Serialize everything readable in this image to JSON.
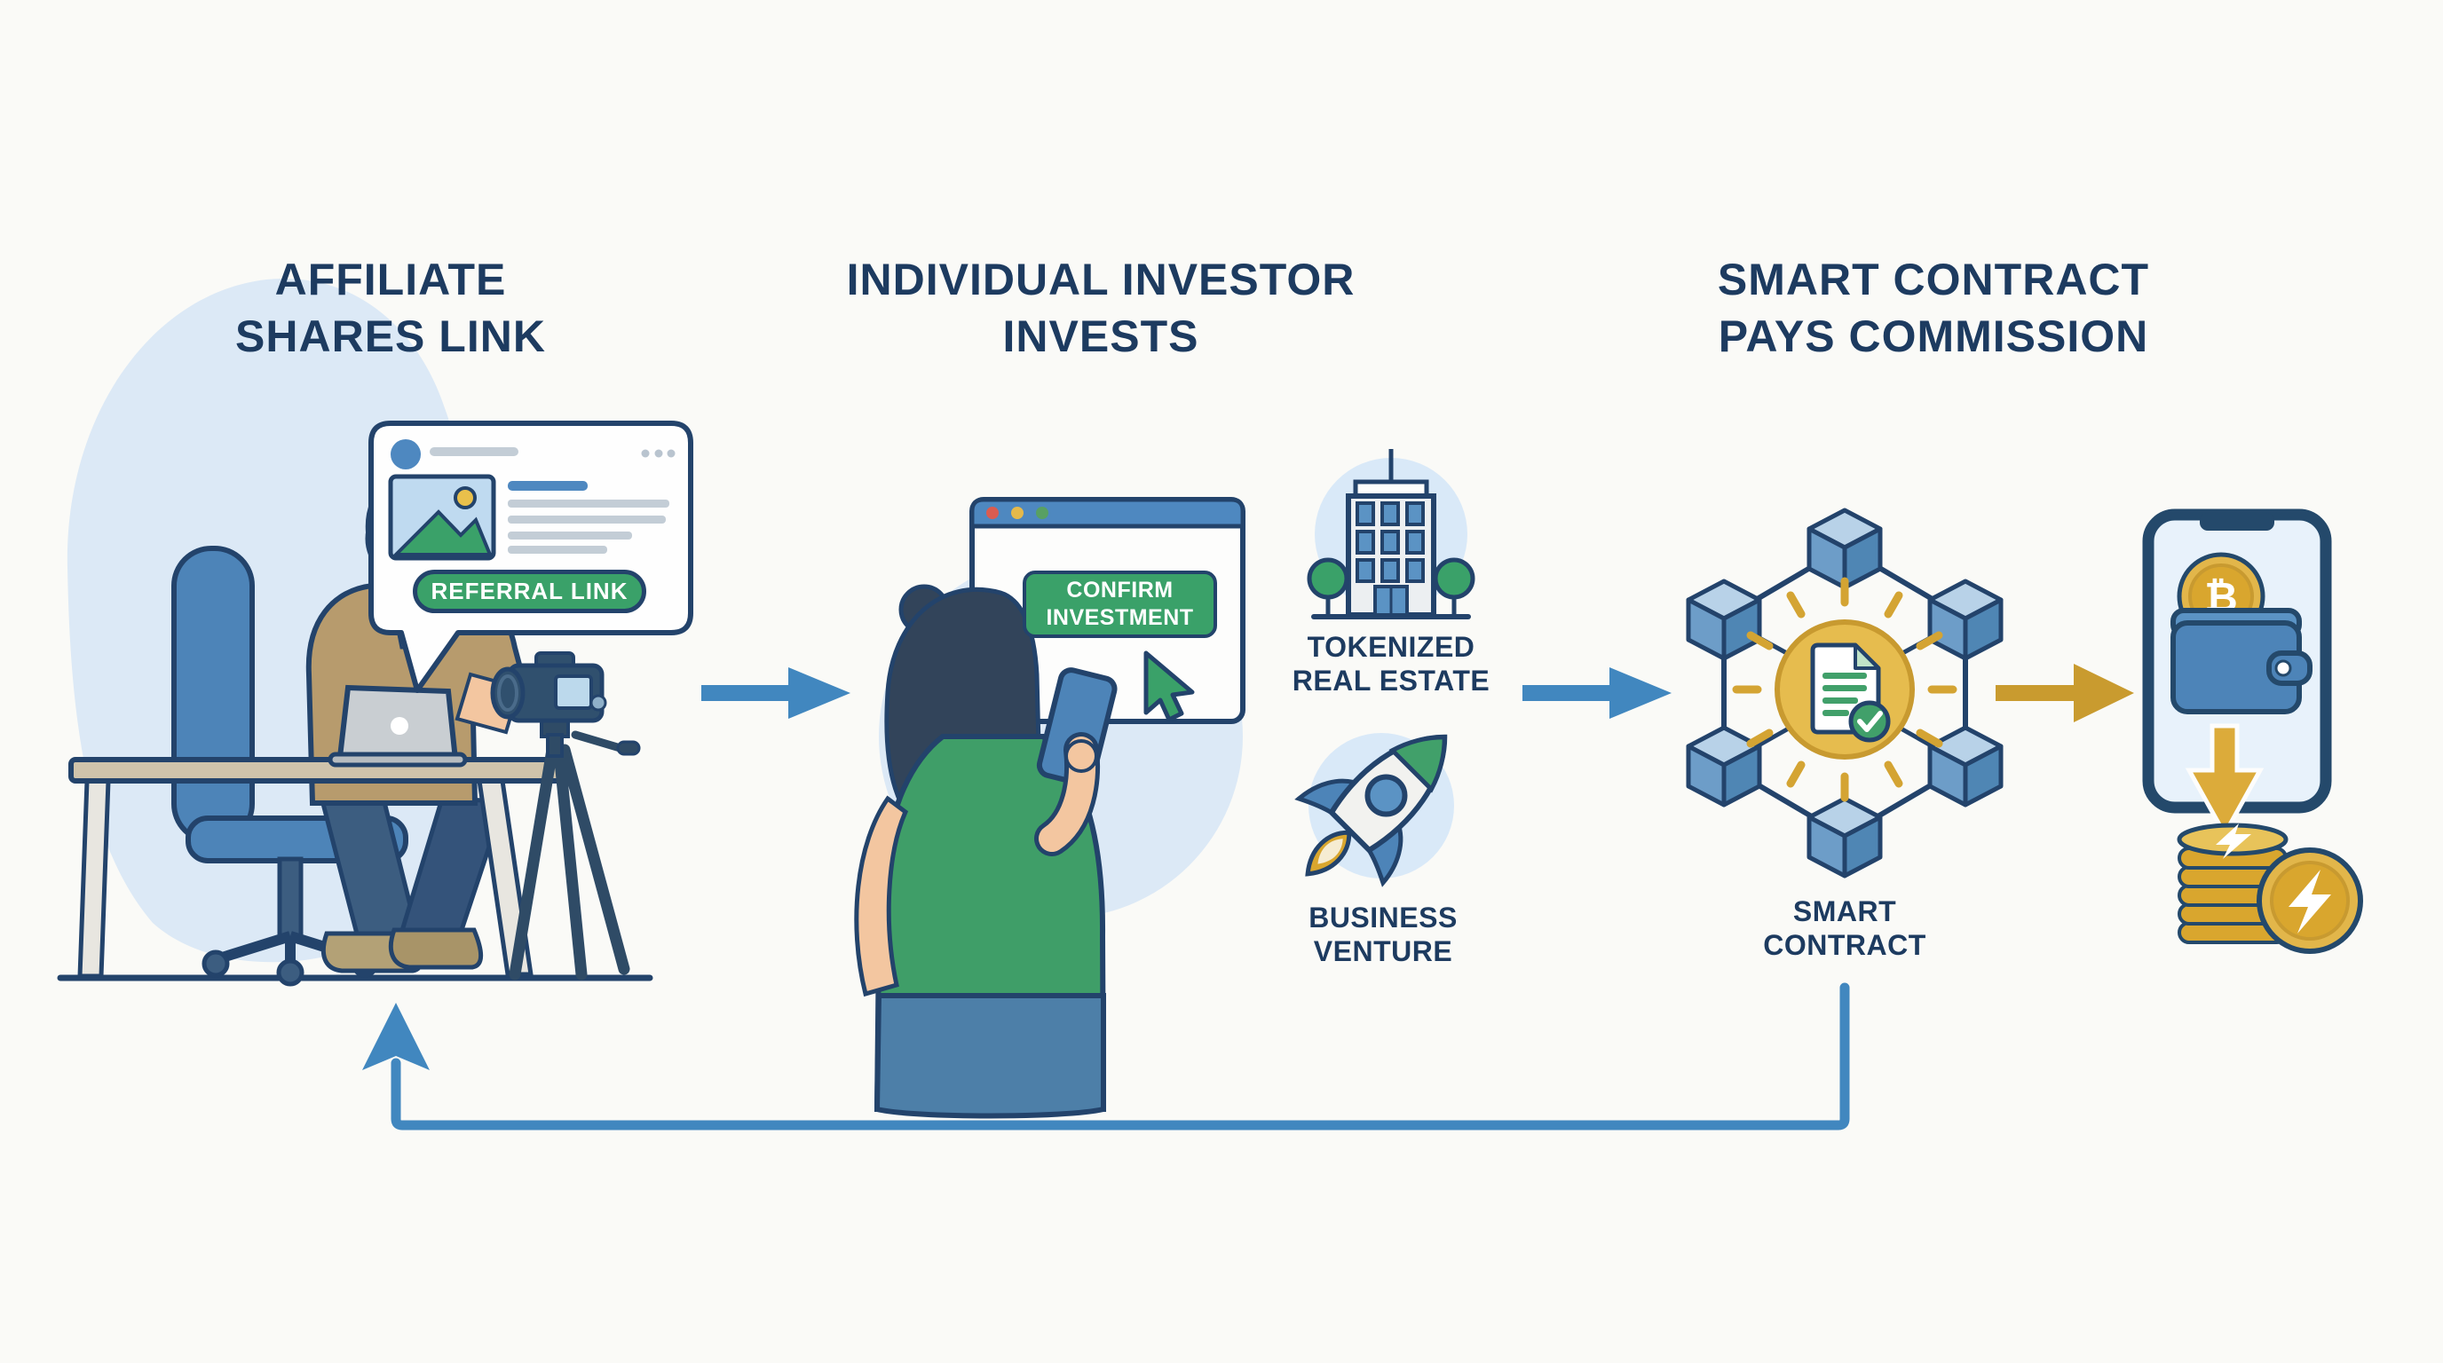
{
  "colors": {
    "navy_text": "#1d3b60",
    "outline": "#23436b",
    "blue_arrow": "#4187bf",
    "gold": "#d4a433",
    "green": "#3aa169",
    "light_blue_bg": "#dce9f6",
    "steel_blue": "#4d84b8"
  },
  "stage_titles": [
    {
      "line1": "AFFILIATE",
      "line2": "SHARES LINK"
    },
    {
      "line1": "INDIVIDUAL INVESTOR",
      "line2": "INVESTS"
    },
    {
      "line1": "SMART CONTRACT",
      "line2": "PAYS COMMISSION"
    }
  ],
  "social_post": {
    "referral_button": "REFERRAL LINK"
  },
  "investment_window": {
    "confirm_button_line1": "CONFIRM",
    "confirm_button_line2": "INVESTMENT"
  },
  "asset_labels": {
    "real_estate_line1": "TOKENIZED",
    "real_estate_line2": "REAL ESTATE",
    "business_line1": "BUSINESS",
    "business_line2": "VENTURE"
  },
  "blockchain": {
    "label_line1": "SMART",
    "label_line2": "CONTRACT"
  },
  "icons": {
    "bitcoin_symbol": "₿"
  }
}
